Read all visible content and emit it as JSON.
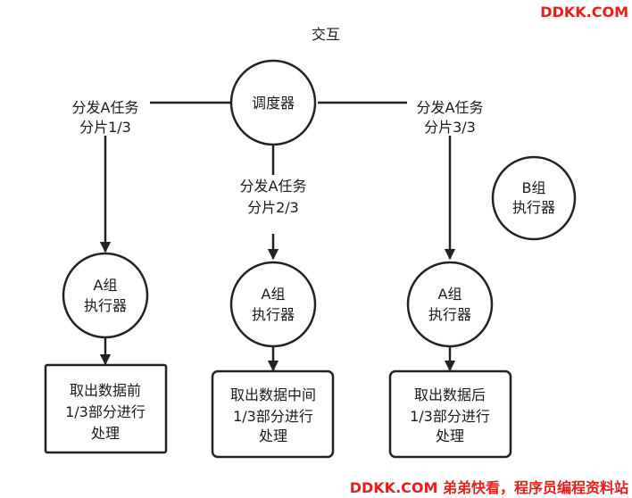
{
  "watermark_top": "DDKK.COM",
  "watermark_bottom": "DDKK.COM 弟弟快看，程序员编程资料站",
  "title": "交互",
  "scheduler": "调度器",
  "dispatch": {
    "left": [
      "分发A任务",
      "分片1/3"
    ],
    "middle": [
      "分发A任务",
      "分片2/3"
    ],
    "right": [
      "分发A任务",
      "分片3/3"
    ]
  },
  "executor_a": [
    "A组",
    "执行器"
  ],
  "executor_b": [
    "B组",
    "执行器"
  ],
  "process": {
    "left": [
      "取出数据前",
      "1/3部分进行",
      "处理"
    ],
    "middle": [
      "取出数据中间",
      "1/3部分进行",
      "处理"
    ],
    "right": [
      "取出数据后",
      "1/3部分进行",
      "处理"
    ]
  },
  "colors": {
    "line": "#222222",
    "watermark": "#e3211c",
    "background": "#ffffff"
  }
}
